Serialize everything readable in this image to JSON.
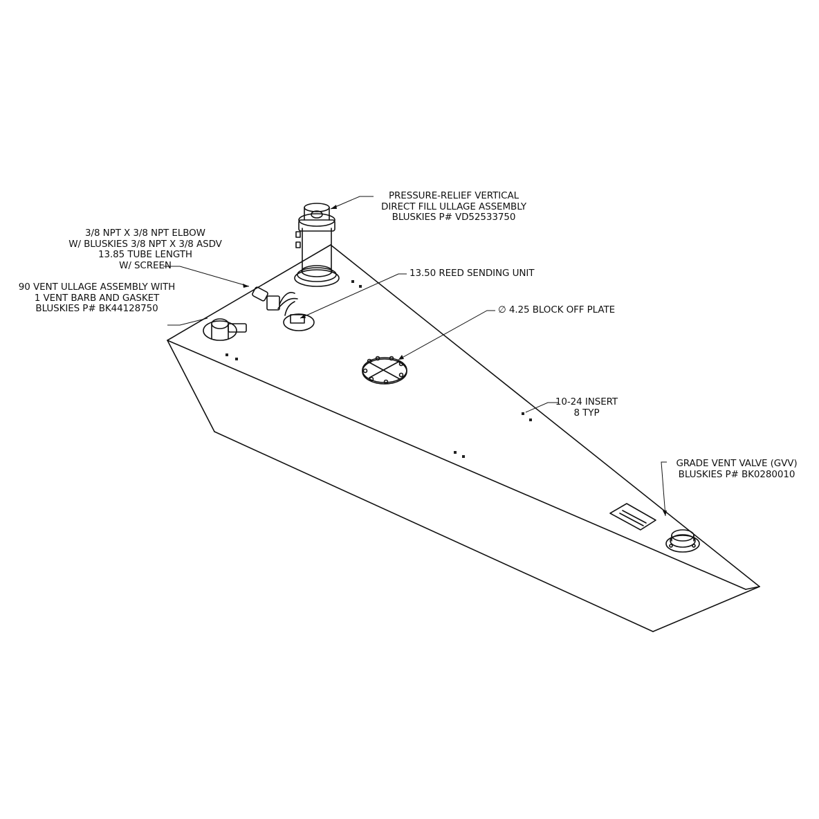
{
  "drawing": {
    "type": "isometric fuel tank assembly drawing",
    "line_color": "#111111",
    "background": "#ffffff"
  },
  "callouts": {
    "pressure_relief": {
      "lines": [
        "PRESSURE-RELIEF VERTICAL",
        "DIRECT FILL ULLAGE ASSEMBLY",
        "BLUSKIES P# VD52533750"
      ]
    },
    "elbow": {
      "lines": [
        "3/8 NPT X 3/8 NPT ELBOW",
        "W/ BLUSKIES 3/8 NPT X 3/8 ASDV",
        "13.85 TUBE LENGTH",
        "W/ SCREEN"
      ]
    },
    "vent_ullage": {
      "lines": [
        "90 VENT ULLAGE ASSEMBLY WITH",
        "1 VENT BARB AND GASKET",
        "BLUSKIES P# BK44128750"
      ]
    },
    "reed_sending": {
      "lines": [
        "13.50 REED SENDING UNIT"
      ]
    },
    "block_off": {
      "lines": [
        "∅ 4.25 BLOCK OFF PLATE"
      ]
    },
    "insert": {
      "lines": [
        "10-24 INSERT",
        "8 TYP"
      ]
    },
    "gvv": {
      "lines": [
        "GRADE VENT VALVE (GVV)",
        "BLUSKIES P# BK0280010"
      ]
    }
  }
}
